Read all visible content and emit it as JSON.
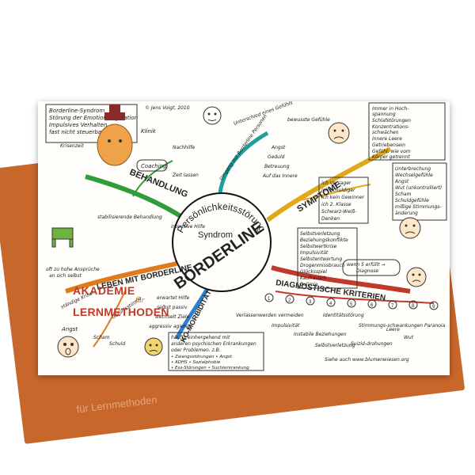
{
  "folder": {
    "bottom_text": "für Lernmethoden"
  },
  "logo": {
    "line1": "AKADEMIE",
    "line2": "für",
    "line3": "LERNMETHODEN"
  },
  "header": {
    "title_lines": [
      "Borderline-Syndrom",
      "Störung der Emotionsregulation",
      "Impulsives Verhalten",
      "fast nicht steuerbar"
    ],
    "copyright": "© Jens Voigt, 2010"
  },
  "center": {
    "syndrom": "Syndrom",
    "main": "BORDERLINE",
    "arc": "Persönlichkeitsstörung"
  },
  "branches": {
    "symptome": "SYMPTOME",
    "kriterien": "DIAGNOSTISCHE KRITERIEN",
    "komorbiditaet": "KO-MORBIDITÄT",
    "leben": "LEBEN MIT BORDERLINE",
    "behandlung": "BEHANDLUNG"
  },
  "notes": {
    "immer": [
      "Immer in Hoch-",
      "spannung",
      "Schlafstörungen",
      "Konzentrations-",
      "schwächen",
      "innere Leere",
      "Getriebensein",
      "Gefühl, wie vom",
      "Körper getrennt"
    ],
    "symptome_list": [
      "Unterbrechung",
      "Wechselgefühle",
      "Angst",
      "Wut (unkontrolliert)",
      "Scham",
      "Schuldgefühle",
      "mißige Stimmungs-",
      "änderung"
    ],
    "ich": [
      "ich Versager",
      "ich Schuldiger",
      "ich kein Gewinner",
      "ich 2. Klasse",
      "Schwarz-Weiß-",
      "Denken"
    ],
    "verhalten": [
      "Selbstverletzung",
      "Beziehungskonflikte",
      "Selbstwertkrise",
      "Impulsivität",
      "Selbstentwertung",
      "Drogenmissbrauch",
      "Glücksspiel",
      "Kaufrausch",
      "Bulimie"
    ],
    "diagnose": [
      "wenn 5 erfüllt →",
      "Diagnose"
    ],
    "komorb": [
      "häufig einhergehend mit",
      "anderen psychischen Erkrankungen",
      "oder Problemen. z.B.",
      "• Zwangsstörungen • Angst",
      "• ADHS  • Sozialphobie",
      "• Ess-Störungen • Suchterkrankung"
    ],
    "leben_notes": [
      "oft zu hohe Ansprüche",
      "an sich selbst",
      "ständige Krisen",
      "Angst",
      "Scham",
      "Schuld",
      "Gefühlsstürme",
      "erwartet Hilfe",
      "selbst passiv",
      "wechselt Ziele",
      "aggressiv agieren"
    ],
    "behandlung_notes": [
      "Klinik",
      "Krisenzeit",
      "Coaching",
      "stabilisierende Behandlung",
      "Nachhilfe",
      "intensive Hilfe",
      "Zeit lassen"
    ],
    "top_notes": [
      "Unterschied eines Gefühls",
      "bewusste Gefühle",
      "Umgang mit Borderline Personen",
      "Angst",
      "Geduld",
      "Betreuung",
      "Auf das Innere"
    ],
    "crit_notes": [
      "Verlassenwerden vermeiden",
      "Impulsivität",
      "Instabile Beziehungen",
      "Identitätsstörung",
      "Selbstverletzung",
      "Stimmungs-schwankungen",
      "Leere",
      "Wut",
      "Paranoia",
      "Suizid-drohungen"
    ],
    "footer": "Siehe auch www.blumenwiesen.org"
  },
  "colors": {
    "folder": "#c8672c",
    "red": "#c0392b",
    "yellow": "#e0a81a",
    "blue": "#2a7fd4",
    "green": "#2e9d3a",
    "orange": "#e07a1a"
  }
}
